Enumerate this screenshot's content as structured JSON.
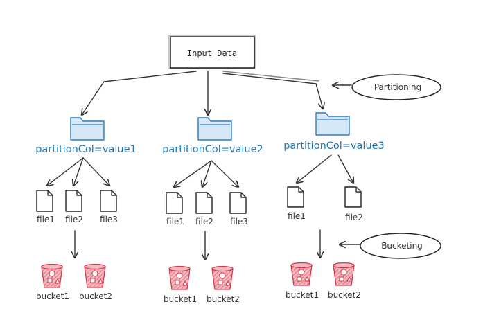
{
  "root": {
    "label": "Input Data"
  },
  "callouts": {
    "partitioning": "Partitioning",
    "bucketing": "Bucketing"
  },
  "partitions": [
    {
      "label": "partitionCol=value1",
      "files": [
        "file1",
        "file2",
        "file3"
      ],
      "buckets": [
        "bucket1",
        "bucket2"
      ]
    },
    {
      "label": "partitionCol=value2",
      "files": [
        "file1",
        "file2",
        "file3"
      ],
      "buckets": [
        "bucket1",
        "bucket2"
      ]
    },
    {
      "label": "partitionCol=value3",
      "files": [
        "file1",
        "file2"
      ],
      "buckets": [
        "bucket1",
        "bucket2"
      ]
    }
  ],
  "colors": {
    "folder": "#2b7cc2",
    "bucket": "#d23a4b",
    "ink": "#333333"
  }
}
